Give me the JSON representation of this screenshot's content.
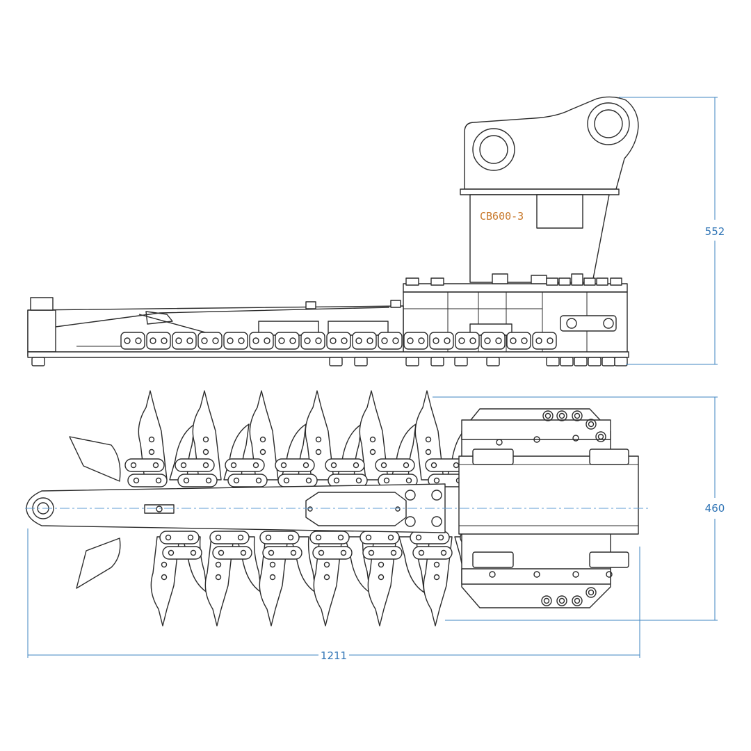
{
  "model_label": "CB600-3",
  "dimensions": {
    "height_side_view": "552",
    "width_top_view": "460",
    "overall_length": "1211"
  },
  "colors": {
    "outline": "#2b2b2b",
    "dimension": "#3f86c2",
    "dimension_text": "#2f74b5",
    "model_text": "#c8782a",
    "centerline": "#5d9bd3"
  }
}
